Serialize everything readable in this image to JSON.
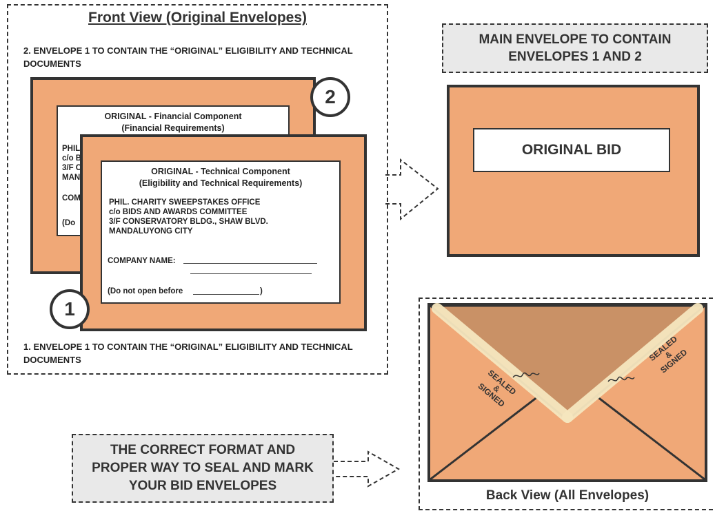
{
  "front_view": {
    "title": "Front View (Original Envelopes)",
    "note_top": "2. ENVELOPE 1 TO CONTAIN THE “ORIGINAL” ELIGIBILITY AND TECHNICAL DOCUMENTS",
    "note_bottom": "1. ENVELOPE 1 TO CONTAIN THE “ORIGINAL” ELIGIBILITY AND TECHNICAL DOCUMENTS",
    "envelope_2": {
      "number": "2",
      "title": "ORIGINAL - Financial Component",
      "subtitle": "(Financial Requirements)",
      "lines": [
        "PHIL",
        "c/o B",
        "3/F C",
        "MAN"
      ],
      "company": "COM",
      "do_not_open": "(Do"
    },
    "envelope_1": {
      "number": "1",
      "title": "ORIGINAL - Technical Component",
      "subtitle": "(Eligibility and Technical Requirements)",
      "addressee": "PHIL. CHARITY SWEEPSTAKES OFFICE",
      "care_of": "c/o BIDS AND AWARDS COMMITTEE",
      "address": "3/F CONSERVATORY BLDG., SHAW BLVD.",
      "city": "MANDALUYONG CITY",
      "company_label": "COMPANY NAME:",
      "do_not_open_label": "(Do not open before",
      "do_not_open_end": ")"
    }
  },
  "main_envelope": {
    "caption": "MAIN ENVELOPE TO CONTAIN ENVELOPES 1 AND 2",
    "label": "ORIGINAL BID"
  },
  "back_view": {
    "caption": "Back View (All Envelopes)",
    "seal_left": [
      "SEALED",
      "&",
      "SIGNED"
    ],
    "seal_right": [
      "SEALED",
      "&",
      "SIGNED"
    ]
  },
  "instruction": "THE CORRECT FORMAT AND PROPER WAY TO SEAL AND MARK YOUR BID ENVELOPES",
  "colors": {
    "envelope": "#f0a877",
    "flap": "#c99166",
    "border": "#333333",
    "caption_bg": "#e9e9e9"
  }
}
